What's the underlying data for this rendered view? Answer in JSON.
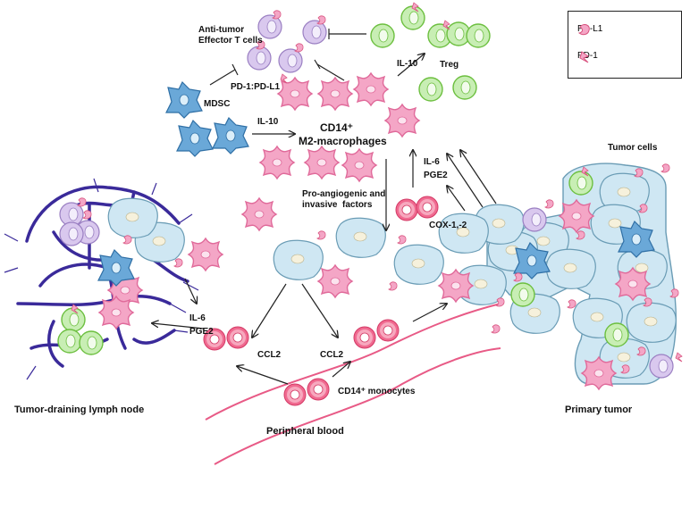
{
  "legend": [
    {
      "label": "PD-L1",
      "icon": "pd-l1-icon"
    },
    {
      "label": "PD-1",
      "icon": "pd-1-icon"
    }
  ],
  "labels": {
    "anti_tumor": "Anti-tumor\nEffector T cells",
    "pd1_pdl1": "PD-1:PD-L1",
    "mdsc": "MDSC",
    "il10_left": "IL-10",
    "il10_top": "IL-10",
    "treg": "Treg",
    "m2_line1": "CD14⁺",
    "m2_line2": "M2-macrophages",
    "proangio": "Pro-angiogenic and\ninvasive  factors",
    "il6_right": "IL-6",
    "pge2_right": "PGE2",
    "cox": "COX-1,-2",
    "tumor_cells": "Tumor cells",
    "il6_left": "IL-6",
    "pge2_left": "PGE2",
    "ccl2_left": "CCL2",
    "ccl2_right": "CCL2",
    "monocytes": "CD14⁺ monocytes",
    "lymph_node": "Tumor-draining lymph node",
    "peripheral_blood": "Peripheral blood",
    "primary_tumor": "Primary tumor"
  },
  "colors": {
    "macrophage": "#f4a6c6",
    "macrophage_stroke": "#e06a9a",
    "tcell": "#d9c8ee",
    "treg": "#c8eeb4",
    "treg_stroke": "#6cbf3f",
    "mdsc": "#6aa8d8",
    "tumor": "#cfe7f3",
    "vessel": "#e85a86",
    "lymph": "#3a2a9a"
  }
}
